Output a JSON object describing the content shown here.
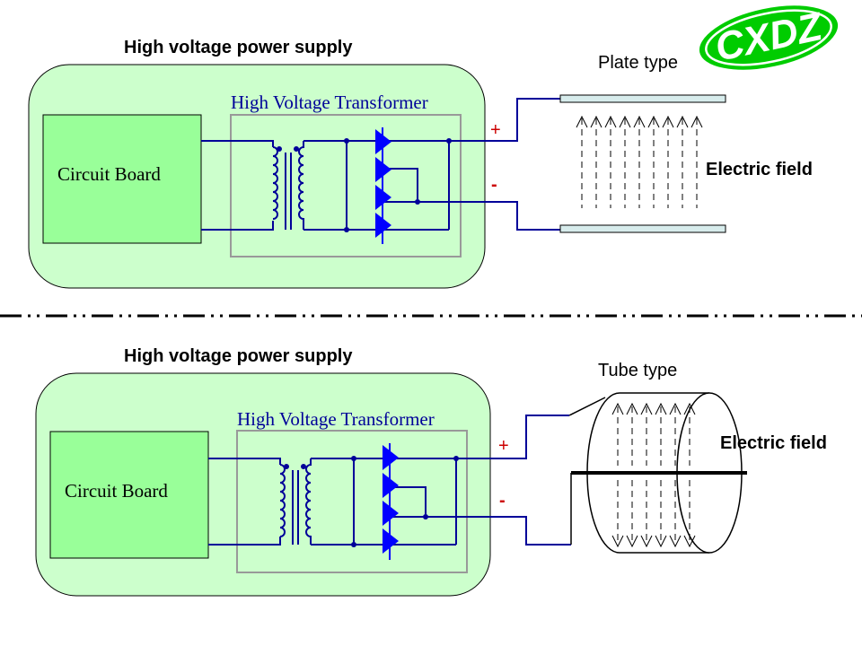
{
  "logo": {
    "text": "CXDZ"
  },
  "colors": {
    "supply_fill": "#ccffcc",
    "board_fill": "#99ff99",
    "wire": "#000099",
    "diode": "#0000ff",
    "plus_minus": "#cc0000",
    "plate_fill": "#d7ecec",
    "logo_green": "#00cc00",
    "transformer_label": "#000099"
  },
  "top": {
    "supply_title": "High voltage power supply",
    "transformer_label": "High Voltage Transformer",
    "board_label": "Circuit Board",
    "plus": "+",
    "minus": "-",
    "type_label": "Plate  type",
    "field_label": "Electric field"
  },
  "bottom": {
    "supply_title": "High voltage power supply",
    "transformer_label": "High Voltage Transformer",
    "board_label": "Circuit Board",
    "plus": "+",
    "minus": "-",
    "type_label": "Tube  type",
    "field_label": "Electric field"
  }
}
